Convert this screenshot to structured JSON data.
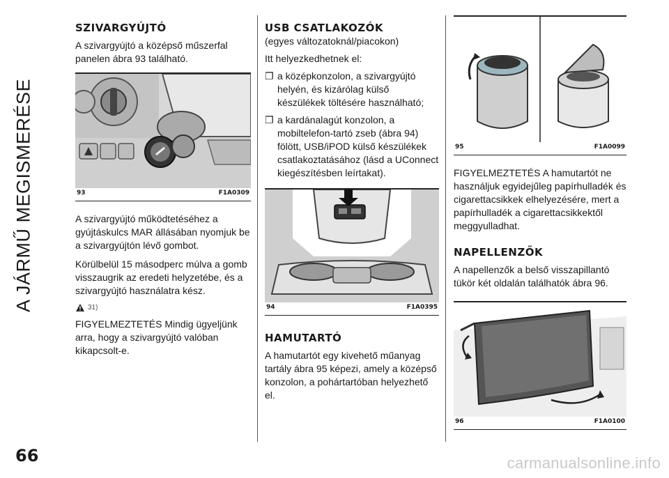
{
  "side_title": "A JÁRMŰ MEGISMERÉSE",
  "page_number": "66",
  "watermark": "carmanualsonline.info",
  "col1": {
    "heading": "SZIVARGYÚJTÓ",
    "intro": "A szivargyújtó a középső műszerfal panelen ábra 93 található.",
    "figure": {
      "number": "93",
      "code": "F1A0309"
    },
    "para1": "A szivargyújtó működtetéséhez a gyújtáskulcs MAR állásában nyomjuk be a szivargyújtón lévő gombot.",
    "para2": "Körülbelül 15 másodperc múlva a gomb visszaugrik az eredeti helyzetébe, és a szivargyújtó használatra kész.",
    "warning_ref": "31)",
    "para3": "FIGYELMEZTETÉS Mindig ügyeljünk arra, hogy a szivargyújtó valóban kikapcsolt-e."
  },
  "col2": {
    "heading": "USB CSATLAKOZÓK",
    "subheading": "(egyes változatoknál/piacokon)",
    "intro": "Itt helyezkedhetnek el:",
    "bullet_mark": "❐",
    "bullets": [
      "a középkonzolon, a szivargyújtó helyén, és kizárólag külső készülékek töltésére használható;",
      "a kardánalagút konzolon, a mobiltelefon-tartó zseb (ábra 94) fölött, USB/iPOD külső készülékek csatlakoztatásához (lásd a UConnect kiegészítésben leírtakat)."
    ],
    "figure": {
      "number": "94",
      "code": "F1A0395"
    },
    "heading2": "HAMUTARTÓ",
    "para": "A hamutartót egy kivehető műanyag tartály ábra 95 képezi, amely a középső konzolon, a pohártartóban helyezhető el."
  },
  "col3": {
    "figure1": {
      "number": "95",
      "code": "F1A0099"
    },
    "para1": "FIGYELMEZTETÉS A hamutartót ne használjuk egyidejűleg papírhulladék és cigarettacsikkek elhelyezésére, mert a papírhulladék a cigarettacsikkektől meggyulladhat.",
    "heading": "NAPELLENZŐK",
    "para2": "A napellenzők a belső visszapillantó tükör két oldalán találhatók ábra 96.",
    "figure2": {
      "number": "96",
      "code": "F1A0100"
    }
  },
  "colors": {
    "text": "#1a1a1a",
    "rule": "#555555",
    "watermark": "#c9c9c9"
  }
}
